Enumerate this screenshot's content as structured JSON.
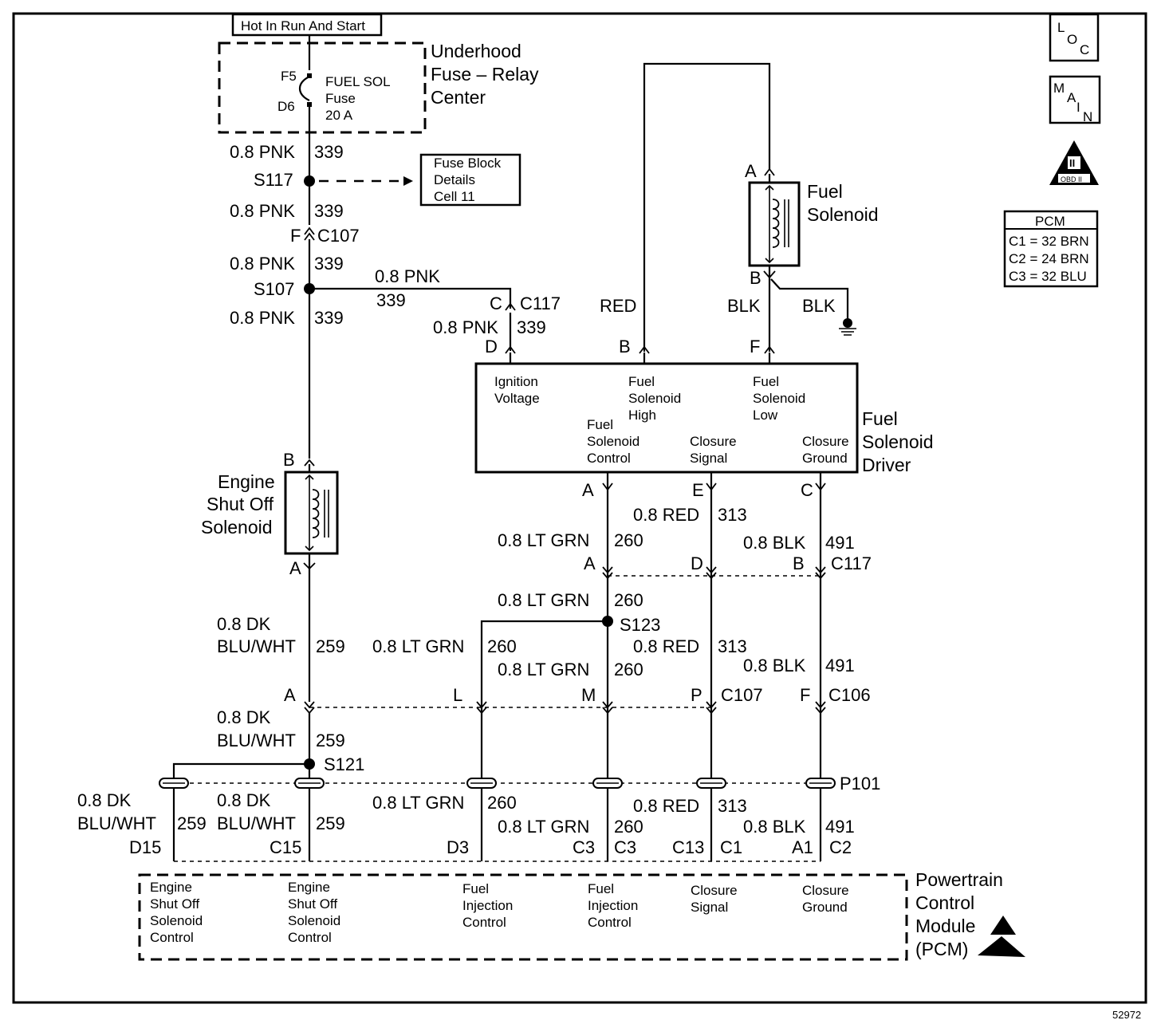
{
  "title_box": "Hot In Run And Start",
  "fuse_center": {
    "name_lines": [
      "Underhood",
      "Fuse – Relay",
      "Center"
    ],
    "fuse_lines": [
      "FUEL SOL",
      "Fuse",
      "20 A"
    ],
    "pin_top": "F5",
    "pin_bottom": "D6"
  },
  "wires": {
    "w339": "0.8 PNK",
    "num339": "339",
    "w339_branch": "0.8 PNK",
    "w260": "0.8 LT GRN",
    "num260": "260",
    "w313": "0.8 RED",
    "num313": "313",
    "w491": "0.8 BLK",
    "num491": "491",
    "w259_l1": "0.8 DK",
    "w259_l2": "BLU/WHT",
    "num259": "259",
    "red": "RED",
    "blk": "BLK",
    "blk2": "BLK"
  },
  "splices": {
    "s117": "S117",
    "s107": "S107",
    "s123": "S123",
    "s121": "S121"
  },
  "connectors": {
    "c107": "C107",
    "c117": "C117",
    "c106": "C106",
    "p101": "P101"
  },
  "pins": {
    "F": "F",
    "C": "C",
    "D": "D",
    "A": "A",
    "B": "B",
    "E": "E",
    "L": "L",
    "M": "M",
    "P": "P",
    "D15": "D15",
    "C15": "C15",
    "D3": "D3",
    "C3": "C3",
    "C13": "C13",
    "C1": "C1",
    "A1": "A1",
    "C2": "C2"
  },
  "fuse_block_ref": [
    "Fuse Block",
    "Details",
    "Cell 11"
  ],
  "fuel_solenoid": [
    "Fuel",
    "Solenoid"
  ],
  "engine_shutoff": [
    "Engine",
    "Shut Off",
    "Solenoid"
  ],
  "driver": {
    "name_lines": [
      "Fuel",
      "Solenoid",
      "Driver"
    ],
    "ign": [
      "Ignition",
      "Voltage"
    ],
    "high": [
      "Fuel",
      "Solenoid",
      "High"
    ],
    "low": [
      "Fuel",
      "Solenoid",
      "Low"
    ],
    "control": [
      "Fuel",
      "Solenoid",
      "Control"
    ],
    "closure_signal": [
      "Closure",
      "Signal"
    ],
    "closure_ground": [
      "Closure",
      "Ground"
    ]
  },
  "pcm": {
    "name_lines": [
      "Powertrain",
      "Control",
      "Module",
      "(PCM)"
    ],
    "t1": [
      "Engine",
      "Shut Off",
      "Solenoid",
      "Control"
    ],
    "t2": [
      "Engine",
      "Shut Off",
      "Solenoid",
      "Control"
    ],
    "t3": [
      "Fuel",
      "Injection",
      "Control"
    ],
    "t4": [
      "Fuel",
      "Injection",
      "Control"
    ],
    "t5": [
      "Closure",
      "Signal"
    ],
    "t6": [
      "Closure",
      "Ground"
    ]
  },
  "icons": {
    "loc": [
      "L",
      "O",
      "C"
    ],
    "main": [
      "M",
      "A",
      "I",
      "N"
    ],
    "obd": [
      "II",
      "OBD II"
    ]
  },
  "pcm_table": {
    "header": "PCM",
    "rows": [
      "C1 = 32 BRN",
      "C2 = 24 BRN",
      "C3 = 32 BLU"
    ]
  },
  "figure_number": "52972"
}
